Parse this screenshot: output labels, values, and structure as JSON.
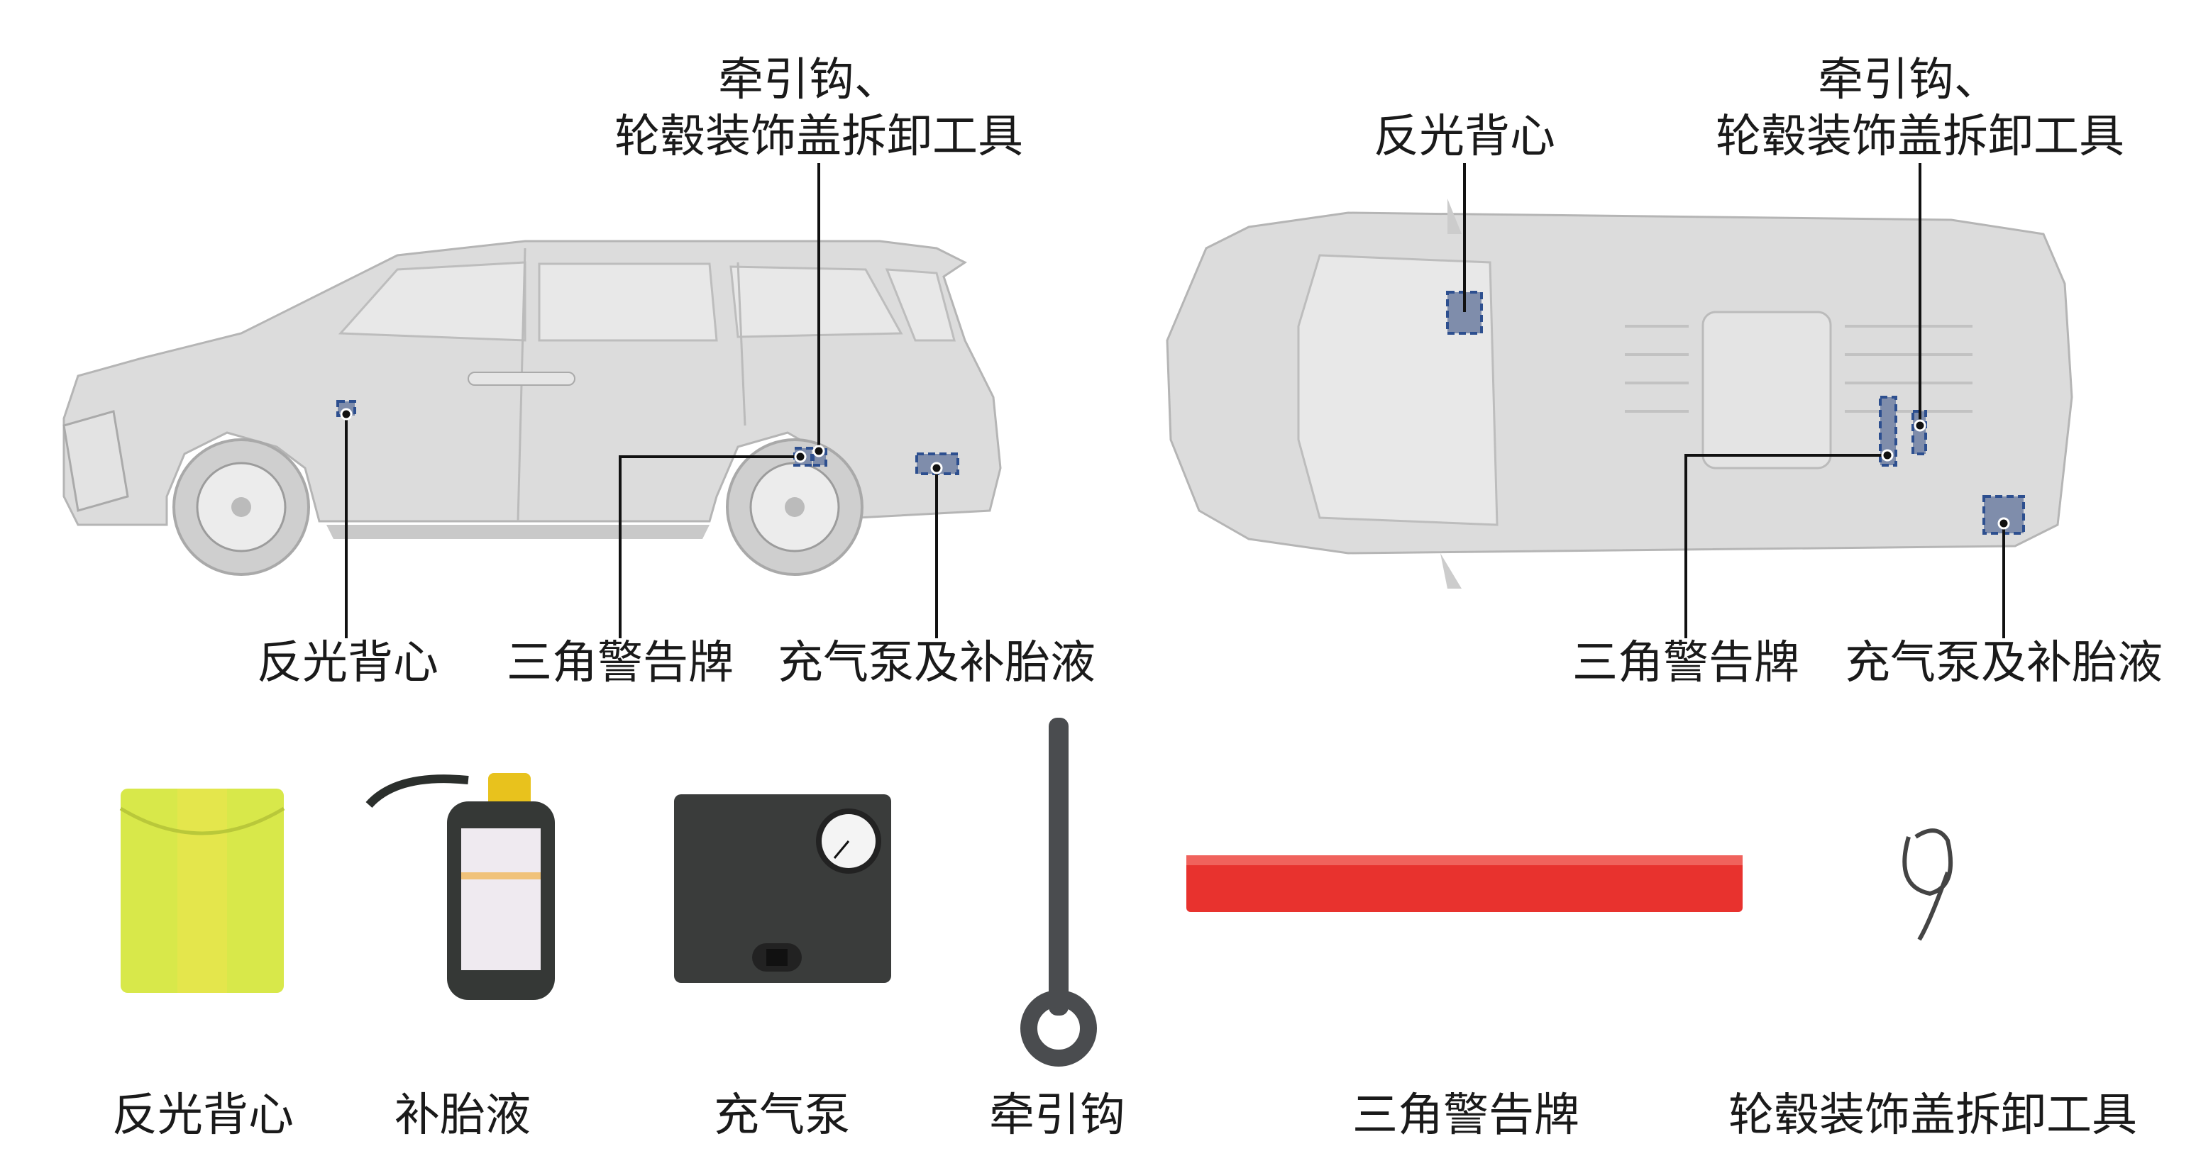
{
  "side_view": {
    "callouts": {
      "tow_hook_line1": "牵引钩、",
      "tow_hook_line2": "轮毂装饰盖拆卸工具",
      "vest": "反光背心",
      "triangle": "三角警告牌",
      "pump": "充气泵及补胎液"
    }
  },
  "top_view": {
    "callouts": {
      "vest": "反光背心",
      "tow_hook_line1": "牵引钩、",
      "tow_hook_line2": "轮毂装饰盖拆卸工具",
      "triangle": "三角警告牌",
      "pump": "充气泵及补胎液"
    }
  },
  "items": [
    {
      "label": "反光背心"
    },
    {
      "label": "补胎液"
    },
    {
      "label": "充气泵"
    },
    {
      "label": "牵引钩"
    },
    {
      "label": "三角警告牌"
    },
    {
      "label": "轮毂装饰盖拆卸工具"
    }
  ],
  "colors": {
    "marker": "#7f8dab",
    "marker_border": "#2d4f8f",
    "vest": "#d8e84a",
    "triangle": "#e8322e",
    "pump": "#3a3c3b"
  }
}
